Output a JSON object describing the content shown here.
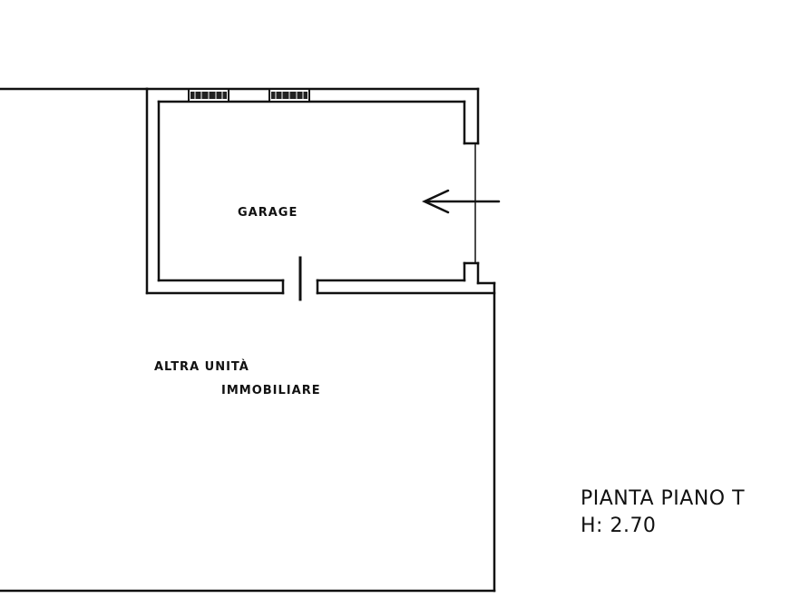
{
  "plan": {
    "rooms": {
      "garage": "GARAGE",
      "other_unit_line1": "ALTRA UNITÀ",
      "other_unit_line2": "IMMOBILIARE"
    },
    "sheet_title": {
      "line1": "PIANTA PIANO T",
      "line2": "H: 2.70"
    },
    "ink_color": "#111111",
    "icons": {
      "entrance": "entrance-arrow-icon",
      "windows": "window-icon"
    }
  }
}
